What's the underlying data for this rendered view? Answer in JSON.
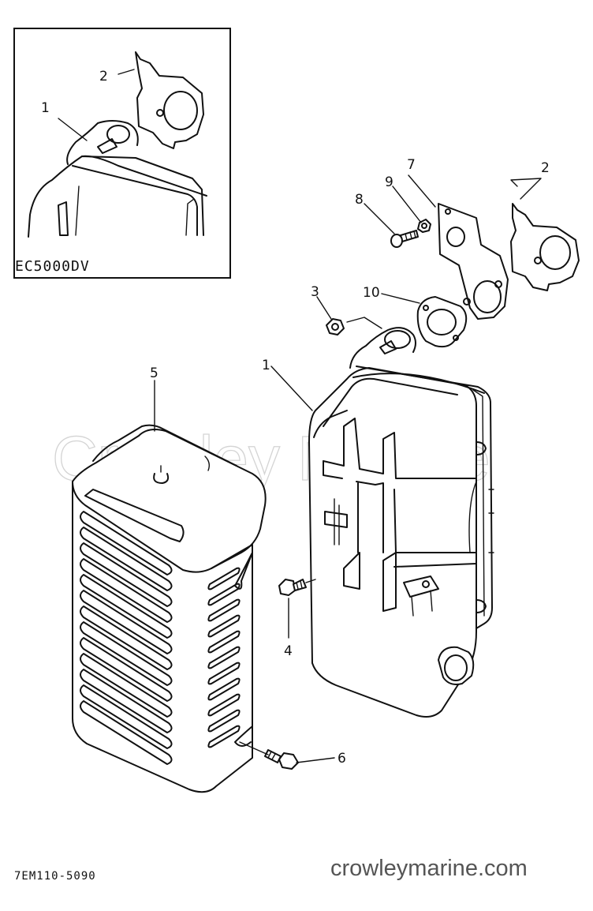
{
  "watermark": "Crowley Marine",
  "inset_label": "EC5000DV",
  "diagram_code": "7EM110-5090",
  "site_url": "crowleymarine.com",
  "callouts": {
    "inset_1": "1",
    "inset_2": "2",
    "c1": "1",
    "c2": "2",
    "c3": "3",
    "c4": "4",
    "c5": "5",
    "c6": "6",
    "c7": "7",
    "c8": "8",
    "c9": "9",
    "c10": "10"
  }
}
